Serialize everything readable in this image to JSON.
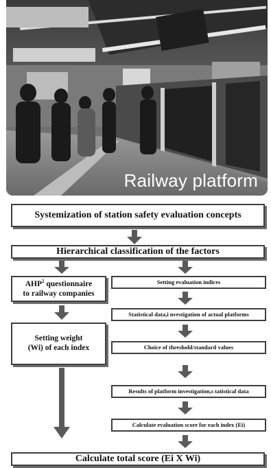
{
  "photo": {
    "caption": "Railway platform"
  },
  "flow": {
    "top_box": "Systemization of station safety evaluation concepts",
    "hierarchy_box": "Hierarchical classification of the factors",
    "ahp_line1": "AHP",
    "ahp_sup": "2",
    "ahp_line1_rest": " questionnaire",
    "ahp_line2": "to railway companies",
    "weight_line1": "Setting weight",
    "weight_line2": "(Wi) of each index",
    "right_steps": [
      "Setting evaluation indices",
      "Statistical data,i nvestigation of actual platforms",
      "Choice of threshold/standard values",
      "Results of platform investigation,s tatistical data",
      "Calculate evaluation score for each index (Ei)"
    ],
    "total_box": "Calculate total score (Ei X Wi)"
  }
}
